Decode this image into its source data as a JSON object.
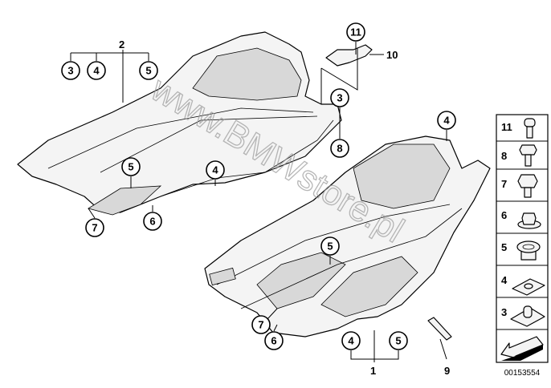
{
  "diagram": {
    "watermark": "www.BMWstore.pl",
    "image_number": "00153554",
    "upper_panel": {
      "label": "2",
      "callouts": [
        "3",
        "4",
        "5"
      ]
    },
    "lower_panel": {
      "label": "1",
      "callouts": [
        "4",
        "5"
      ]
    },
    "bracket": {
      "label": "10",
      "callout": "11"
    },
    "strip": {
      "label": "9"
    },
    "callouts": {
      "c3_right": "3",
      "c8": "8",
      "c4_right": "4",
      "c5_upper": "5",
      "c4_upper": "4",
      "c7_upper": "7",
      "c6_upper": "6",
      "c5_lower": "5",
      "c7_lower": "7",
      "c6_lower": "6"
    },
    "legend": [
      {
        "number": "11",
        "icon": "hex-socket-bolt-icon"
      },
      {
        "number": "8",
        "icon": "hex-bolt-icon"
      },
      {
        "number": "7",
        "icon": "hex-bolt-short-icon"
      },
      {
        "number": "6",
        "icon": "flange-nut-icon"
      },
      {
        "number": "5",
        "icon": "plug-icon"
      },
      {
        "number": "4",
        "icon": "clip-nut-icon"
      },
      {
        "number": "3",
        "icon": "clip-nut-angled-icon"
      },
      {
        "number": "",
        "icon": "arrow-icon"
      }
    ]
  }
}
